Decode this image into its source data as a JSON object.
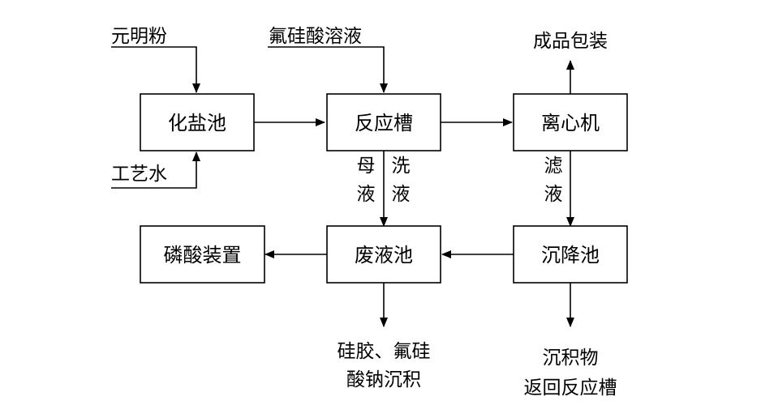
{
  "diagram": {
    "nodes": {
      "salt_pool": "化盐池",
      "reactor": "反应槽",
      "centrifuge": "离心机",
      "phosphate_unit": "磷酸装置",
      "waste_pool": "废液池",
      "settling_pool": "沉降池"
    },
    "inputs": {
      "mirabilite": "元明粉",
      "process_water": "工艺水",
      "fluosilicic_solution": "氟硅酸溶液"
    },
    "outputs": {
      "product_packaging": "成品包装",
      "silica_gel_line1": "硅胶、氟硅",
      "silica_gel_line2": "酸钠沉积",
      "sediment_line1": "沉积物",
      "sediment_line2": "返回反应槽"
    },
    "edge_labels": {
      "mother_liquor_char1": "母",
      "mother_liquor_char2": "液",
      "washing_liquor_char1": "洗",
      "washing_liquor_char2": "液",
      "filtrate_char1": "滤",
      "filtrate_char2": "液"
    }
  }
}
